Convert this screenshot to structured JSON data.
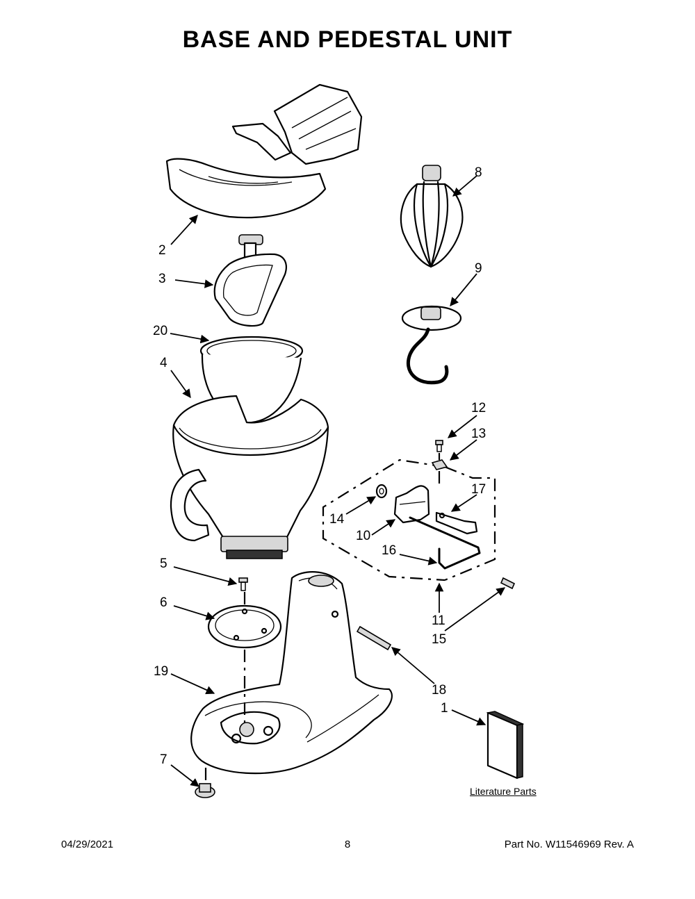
{
  "title": "BASE AND PEDESTAL UNIT",
  "callouts": [
    {
      "key": "c8",
      "text": "8"
    },
    {
      "key": "c2",
      "text": "2"
    },
    {
      "key": "c3",
      "text": "3"
    },
    {
      "key": "c9",
      "text": "9"
    },
    {
      "key": "c20",
      "text": "20"
    },
    {
      "key": "c4",
      "text": "4"
    },
    {
      "key": "c12",
      "text": "12"
    },
    {
      "key": "c13",
      "text": "13"
    },
    {
      "key": "c17",
      "text": "17"
    },
    {
      "key": "c14",
      "text": "14"
    },
    {
      "key": "c10",
      "text": "10"
    },
    {
      "key": "c16",
      "text": "16"
    },
    {
      "key": "c5",
      "text": "5"
    },
    {
      "key": "c6",
      "text": "6"
    },
    {
      "key": "c11",
      "text": "11"
    },
    {
      "key": "c15",
      "text": "15"
    },
    {
      "key": "c19",
      "text": "19"
    },
    {
      "key": "c18",
      "text": "18"
    },
    {
      "key": "c1",
      "text": "1"
    },
    {
      "key": "c7",
      "text": "7"
    }
  ],
  "literature_label": "Literature Parts",
  "footer": {
    "date": "04/29/2021",
    "page": "8",
    "part_no": "Part No.  W11546969  Rev.  A"
  }
}
